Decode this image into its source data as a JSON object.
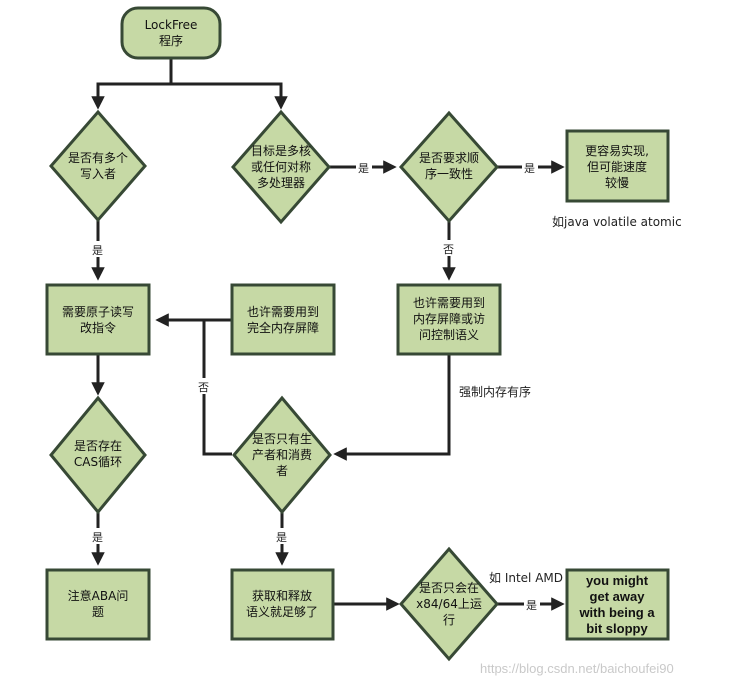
{
  "nodes": {
    "start": [
      "LockFree",
      "程序"
    ],
    "multi_writer": [
      "是否有多个",
      "写入者"
    ],
    "smp_target": [
      "目标是多核",
      "或任何对称",
      "多处理器"
    ],
    "order_consistency": [
      "是否要求顺",
      "序一致性"
    ],
    "easy_slow": [
      "更容易实现,",
      "但可能速度",
      "较慢"
    ],
    "atomic_rw": [
      "需要原子读写",
      "改指令"
    ],
    "full_barrier": [
      "也许需要用到",
      "完全内存屏障"
    ],
    "barrier_access": [
      "也许需要用到",
      "内存屏障或访",
      "问控制语义"
    ],
    "cas_loop": [
      "是否存在",
      "CAS循环"
    ],
    "prod_cons": [
      "是否只有生",
      "产者和消费",
      "者"
    ],
    "aba": [
      "注意ABA问",
      "题"
    ],
    "acq_rel": [
      "获取和释放",
      "语义就足够了"
    ],
    "x86_only": [
      "是否只会在",
      "x84/64上运",
      "行"
    ],
    "sloppy": [
      "you might",
      "get away",
      "with being a",
      "bit sloppy"
    ]
  },
  "edge_labels": {
    "yes": "是",
    "no": "否"
  },
  "notes": {
    "java_example": "如java volatile atomic",
    "force_order": "强制内存有序",
    "intel_amd": "如 Intel AMD"
  },
  "watermark": "https://blog.csdn.net/baichoufei90",
  "colors": {
    "node_fill": "#c6d9a5",
    "node_stroke": "#374935",
    "edge": "#222222"
  }
}
